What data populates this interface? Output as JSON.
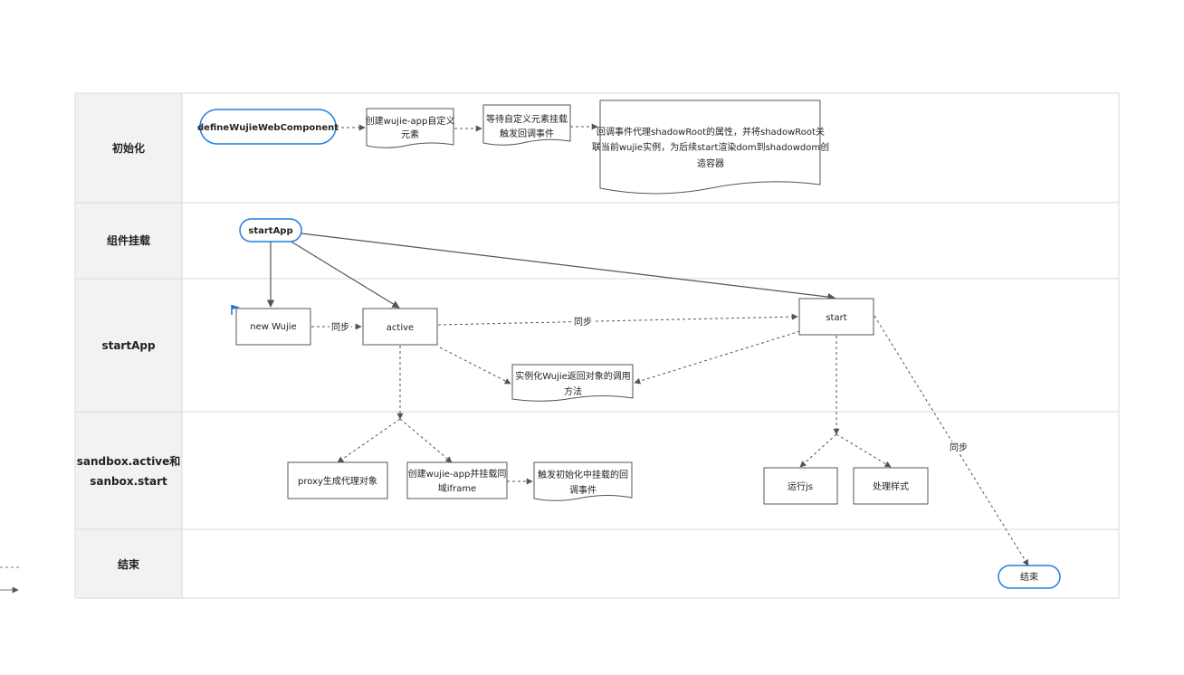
{
  "lanes": [
    {
      "title": "初始化"
    },
    {
      "title": "组件挂载"
    },
    {
      "title": "startApp"
    },
    {
      "title_line1": "sandbox.active和",
      "title_line2": "sanbox.start"
    },
    {
      "title": "结束"
    }
  ],
  "nodes": {
    "define": "defineWujieWebComponent",
    "create_el_1": "创建wujie-app自定义",
    "create_el_2": "元素",
    "wait_1": "等待自定义元素挂载",
    "wait_2": "触发回调事件",
    "callback_1": "回调事件代理shadowRoot的属性，并将shadowRoot关",
    "callback_2": "联当前wujie实例，为后续start渲染dom到shadowdom创",
    "callback_3": "造容器",
    "startApp": "startApp",
    "new_wujie": "new Wujie",
    "active": "active",
    "start": "start",
    "instance_1": "实例化Wujie返回对象的调用",
    "instance_2": "方法",
    "proxy": "proxy生成代理对象",
    "iframe_1": "创建wujie-app并挂载同",
    "iframe_2": "域iframe",
    "trigger_1": "触发初始化中挂载的回",
    "trigger_2": "调事件",
    "run_js": "运行js",
    "styles": "处理样式",
    "end": "结束"
  },
  "edge_labels": {
    "sync_1": "同步",
    "sync_2": "同步",
    "sync_3": "同步"
  },
  "colors": {
    "lane_header": "#f2f2f2",
    "grid": "#d9d9d9",
    "terminator_border": "#1e7fe0",
    "box_border": "#555555",
    "arrow": "#555555",
    "flag": "#1e6fd9"
  }
}
